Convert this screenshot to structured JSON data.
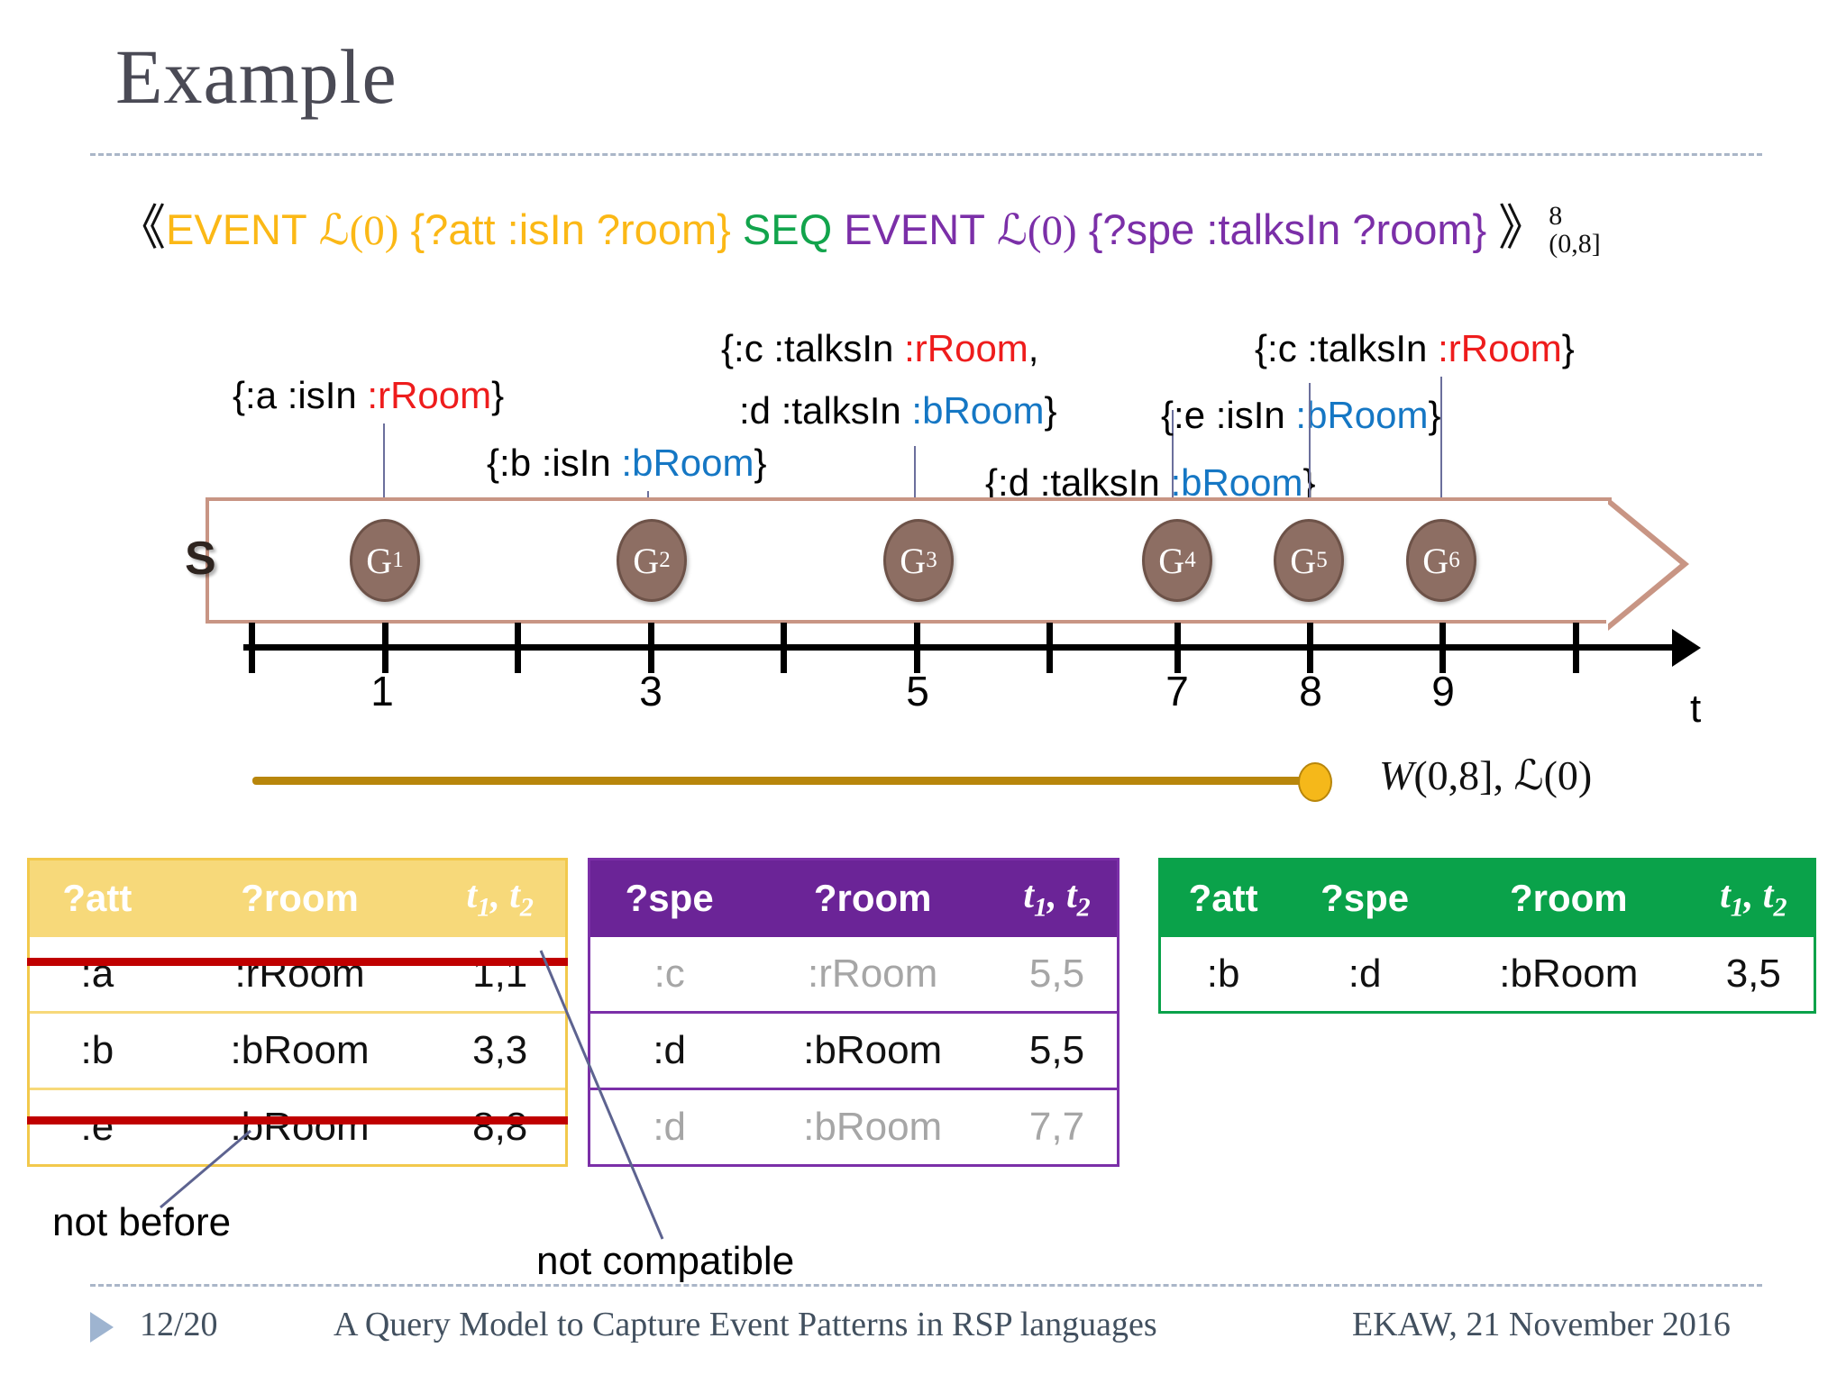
{
  "title": "Example",
  "formula": {
    "open_bracket": "《",
    "part1_keyword": "EVENT",
    "part1_lang": "ℒ(0)",
    "part1_pattern": "{?att :isIn ?room}",
    "operator": "SEQ",
    "part2_keyword": "EVENT",
    "part2_lang": "ℒ(0)",
    "part2_pattern": "{?spe :talksIn ?room}",
    "close_bracket": "》",
    "superscript": "8",
    "subscript": "(0,8]",
    "colors": {
      "event1": "#fbb816",
      "seq": "#12a44c",
      "event2": "#7b2fa8",
      "bracket": "#111111"
    }
  },
  "stream": {
    "label": "S",
    "nodes": [
      {
        "label": "G",
        "index": "1",
        "time": 1
      },
      {
        "label": "G",
        "index": "2",
        "time": 3
      },
      {
        "label": "G",
        "index": "3",
        "time": 5
      },
      {
        "label": "G",
        "index": "4",
        "time": 7
      },
      {
        "label": "G",
        "index": "5",
        "time": 8
      },
      {
        "label": "G",
        "index": "6",
        "time": 9
      }
    ],
    "axis_variable": "t",
    "tick_labels": [
      "1",
      "3",
      "5",
      "7",
      "8",
      "9"
    ],
    "annotations": [
      {
        "text": "{:a :isIn :rRoom}",
        "highlight": ":rRoom",
        "color": "red"
      },
      {
        "text": "{:b :isIn :bRoom}",
        "highlight": ":bRoom",
        "color": "blue"
      },
      {
        "line1": "{:c :talksIn :rRoom,",
        "line2": ":d :talksIn :bRoom}"
      },
      {
        "text": "{:d :talksIn :bRoom}",
        "highlight": ":bRoom",
        "color": "blue"
      },
      {
        "text": "{:e :isIn :bRoom}",
        "highlight": ":bRoom",
        "color": "blue"
      },
      {
        "text": "{:c :talksIn :rRoom}",
        "highlight": ":rRoom",
        "color": "red"
      }
    ]
  },
  "window": {
    "label_W": "W",
    "label_interval": "(0,8],",
    "label_lang": "ℒ(0)",
    "bar_color": "#b8860b",
    "dot_color": "#f5b81a"
  },
  "tables": {
    "att": {
      "accent": "#f7d97a",
      "headers": [
        "?att",
        "?room",
        "t1, t2"
      ],
      "rows": [
        {
          "cells": [
            ":a",
            ":rRoom",
            "1,1"
          ],
          "struck": true,
          "muted": false
        },
        {
          "cells": [
            ":b",
            ":bRoom",
            "3,3"
          ],
          "struck": false,
          "muted": false
        },
        {
          "cells": [
            ":e",
            ":bRoom",
            "8,8"
          ],
          "struck": true,
          "muted": false
        }
      ]
    },
    "spe": {
      "accent": "#6b2497",
      "headers": [
        "?spe",
        "?room",
        "t1, t2"
      ],
      "rows": [
        {
          "cells": [
            ":c",
            ":rRoom",
            "5,5"
          ],
          "struck": false,
          "muted": true
        },
        {
          "cells": [
            ":d",
            ":bRoom",
            "5,5"
          ],
          "struck": false,
          "muted": false
        },
        {
          "cells": [
            ":d",
            ":bRoom",
            "7,7"
          ],
          "struck": false,
          "muted": true
        }
      ]
    },
    "join": {
      "accent": "#0aa24a",
      "headers": [
        "?att",
        "?spe",
        "?room",
        "t1, t2"
      ],
      "rows": [
        {
          "cells": [
            ":b",
            ":d",
            ":bRoom",
            "3,5"
          ],
          "struck": false,
          "muted": false
        }
      ]
    }
  },
  "notes": {
    "not_before": "not before",
    "not_compatible": "not compatible"
  },
  "footer": {
    "page": "12/20",
    "title": "A Query Model to Capture Event Patterns in RSP languages",
    "event": "EKAW, 21 November 2016"
  }
}
